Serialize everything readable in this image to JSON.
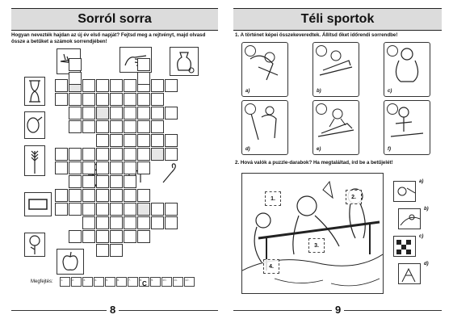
{
  "left_page": {
    "title": "Sorról sorra",
    "instruction": "Hogyan nevezték hajdan az új év első napját? Fejtsd meg a rejtvényt, majd olvasd össze a betűket a számok sorrendjében!",
    "solution_label": "Megfejtés:",
    "solution_numbers": [
      "1.",
      "2.",
      "3.",
      "4.",
      "5.",
      "6.",
      "7.",
      "8.",
      "9.",
      "10.",
      "11.",
      "12."
    ],
    "given_letter": "C",
    "page_number": "8"
  },
  "right_page": {
    "title": "Téli sportok",
    "task1": "1. A történet képei összekeveredtek. Állítsd őket időrendi sorrendbe!",
    "frame_labels": [
      "a)",
      "b)",
      "c)",
      "d)",
      "e)",
      "f)"
    ],
    "task2": "2. Hová valók a puzzle-darabok? Ha megtaláltad, írd be a betűjelét!",
    "slot_numbers": [
      "1.",
      "2.",
      "3.",
      "4."
    ],
    "piece_labels": [
      "a)",
      "b)",
      "c)",
      "d)"
    ],
    "page_number": "9"
  }
}
